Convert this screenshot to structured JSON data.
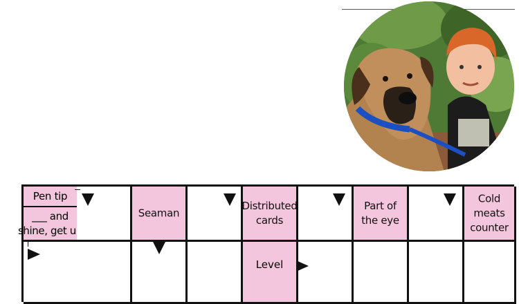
{
  "puzzle": {
    "clues": {
      "pen_tip": "Pen tip",
      "and_shine_line1": "___ and",
      "and_shine_line2": "shine, get up",
      "seaman": "Seaman",
      "distributed_line1": "Distributed",
      "distributed_line2": "cards",
      "part_eye_line1": "Part of",
      "part_eye_line2": "the eye",
      "cold_meats_line1": "Cold",
      "cold_meats_line2": "meats",
      "cold_meats_line3": "counter",
      "level": "Level"
    },
    "colors": {
      "clue_cell": "#f3c6dd",
      "grid_line": "#111111"
    }
  }
}
